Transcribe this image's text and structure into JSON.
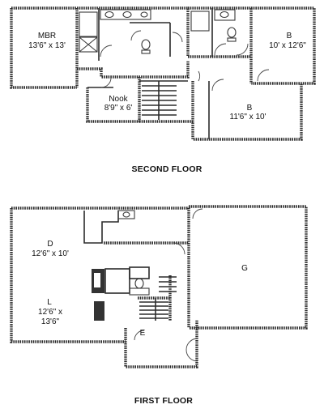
{
  "floors": {
    "second": {
      "caption": "SECOND FLOOR",
      "rooms": {
        "mbr": {
          "name": "MBR",
          "dims": "13'6\" x 13'"
        },
        "bed_right": {
          "name": "B",
          "dims": "10' x 12'6\""
        },
        "nook": {
          "name": "Nook",
          "dims": "8'9\" x 6'"
        },
        "bed_lower": {
          "name": "B",
          "dims": "11'6\" x 10'"
        }
      }
    },
    "first": {
      "caption": "FIRST FLOOR",
      "rooms": {
        "dining": {
          "name": "D",
          "dims": "12'6\" x 10'"
        },
        "garage": {
          "name": "G"
        },
        "living": {
          "name": "L",
          "dims_line1": "12'6\" x",
          "dims_line2": "13'6\""
        },
        "entry": {
          "name": "E"
        }
      }
    }
  }
}
